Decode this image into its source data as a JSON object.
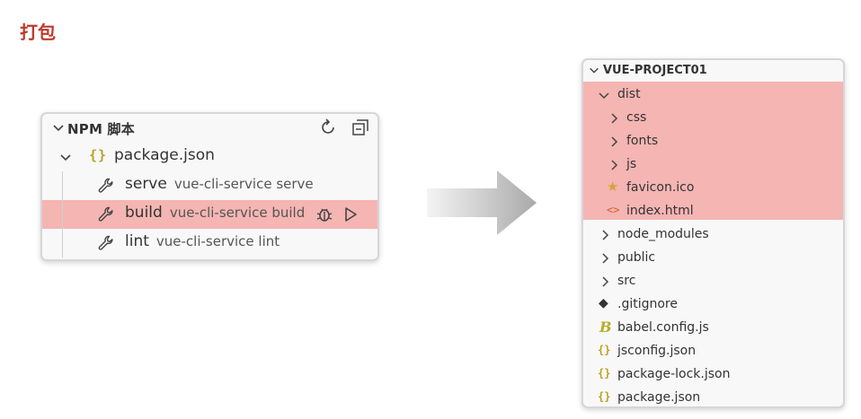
{
  "slide": {
    "title": "打包"
  },
  "npm_panel": {
    "title": "NPM 脚本",
    "header_icons": [
      "refresh-icon",
      "collapse-all-icon"
    ],
    "package": {
      "icon": "{}",
      "label": "package.json"
    },
    "scripts": [
      {
        "name": "serve",
        "command": "vue-cli-service serve",
        "highlighted": false
      },
      {
        "name": "build",
        "command": "vue-cli-service build",
        "highlighted": true,
        "actions": [
          "debug-icon",
          "run-icon"
        ]
      },
      {
        "name": "lint",
        "command": "vue-cli-service lint",
        "highlighted": false
      }
    ],
    "highlight_color": "#f4b5b3"
  },
  "explorer": {
    "title": "VUE-PROJECT01",
    "tree": [
      {
        "label": "dist",
        "type": "folder",
        "expanded": true,
        "depth": 0
      },
      {
        "label": "css",
        "type": "folder",
        "expanded": false,
        "depth": 1
      },
      {
        "label": "fonts",
        "type": "folder",
        "expanded": false,
        "depth": 1
      },
      {
        "label": "js",
        "type": "folder",
        "expanded": false,
        "depth": 1
      },
      {
        "label": "favicon.ico",
        "type": "file",
        "icon": "star-icon",
        "depth": 1
      },
      {
        "label": "index.html",
        "type": "file",
        "icon": "html-icon",
        "icon_glyph": "<>",
        "depth": 1
      },
      {
        "label": "node_modules",
        "type": "folder",
        "expanded": false,
        "depth": 0
      },
      {
        "label": "public",
        "type": "folder",
        "expanded": false,
        "depth": 0
      },
      {
        "label": "src",
        "type": "folder",
        "expanded": false,
        "depth": 0
      },
      {
        "label": ".gitignore",
        "type": "file",
        "icon": "git-icon",
        "depth": 0
      },
      {
        "label": "babel.config.js",
        "type": "file",
        "icon": "babel-icon",
        "icon_glyph": "B",
        "depth": 0
      },
      {
        "label": "jsconfig.json",
        "type": "file",
        "icon": "json-icon",
        "icon_glyph": "{}",
        "depth": 0
      },
      {
        "label": "package-lock.json",
        "type": "file",
        "icon": "json-icon",
        "icon_glyph": "{}",
        "depth": 0
      },
      {
        "label": "package.json",
        "type": "file",
        "icon": "json-icon",
        "icon_glyph": "{}",
        "depth": 0
      }
    ],
    "highlight_color": "#f4b5b3"
  },
  "arrow": {
    "icon": "right-arrow-icon"
  }
}
